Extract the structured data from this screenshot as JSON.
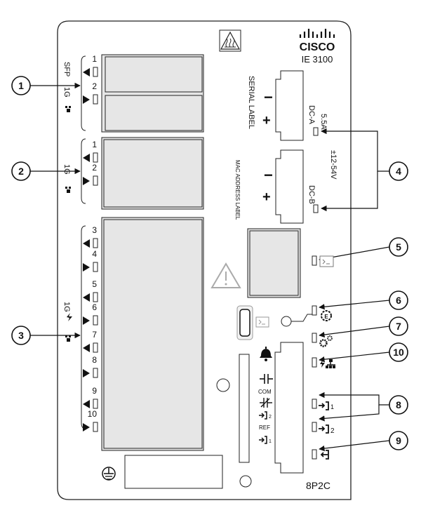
{
  "brand": {
    "name": "CISCO",
    "model": "IE 3100"
  },
  "sections": {
    "sfp": "SFP",
    "sfp_sub": "1G",
    "g1_top": "1G",
    "g1_bottom": "1G"
  },
  "ports": [
    "1",
    "2",
    "1",
    "2",
    "3",
    "4",
    "5",
    "6",
    "7",
    "8",
    "9",
    "10"
  ],
  "labels": {
    "serial": "SERIAL LABEL",
    "mac": "MAC ADDRESS LABEL",
    "dca": "DC-A",
    "dcb": "DC-B",
    "current": "5.5A",
    "voltage": "±12-54V",
    "com": "COM",
    "ref": "REF",
    "in2": "2",
    "in1": "1",
    "connector": "8P2C",
    "minus": "−",
    "plus": "+"
  },
  "callouts": [
    "1",
    "2",
    "3",
    "4",
    "5",
    "6",
    "7",
    "8",
    "9",
    "10"
  ],
  "led_labels": {
    "in1": "1",
    "in2": "2"
  },
  "colors": {
    "stroke": "#222222",
    "port_fill": "#e6e6e6",
    "panel_fill": "#ffffff"
  },
  "icons": [
    "heat-warning-icon",
    "warning-triangle-icon",
    "network-icon",
    "poe-icon",
    "console-icon",
    "settings-icon",
    "system-icon",
    "bell-icon",
    "alarm-in-icon",
    "alarm-out-icon",
    "ground-icon",
    "cisco-logo-icon"
  ]
}
